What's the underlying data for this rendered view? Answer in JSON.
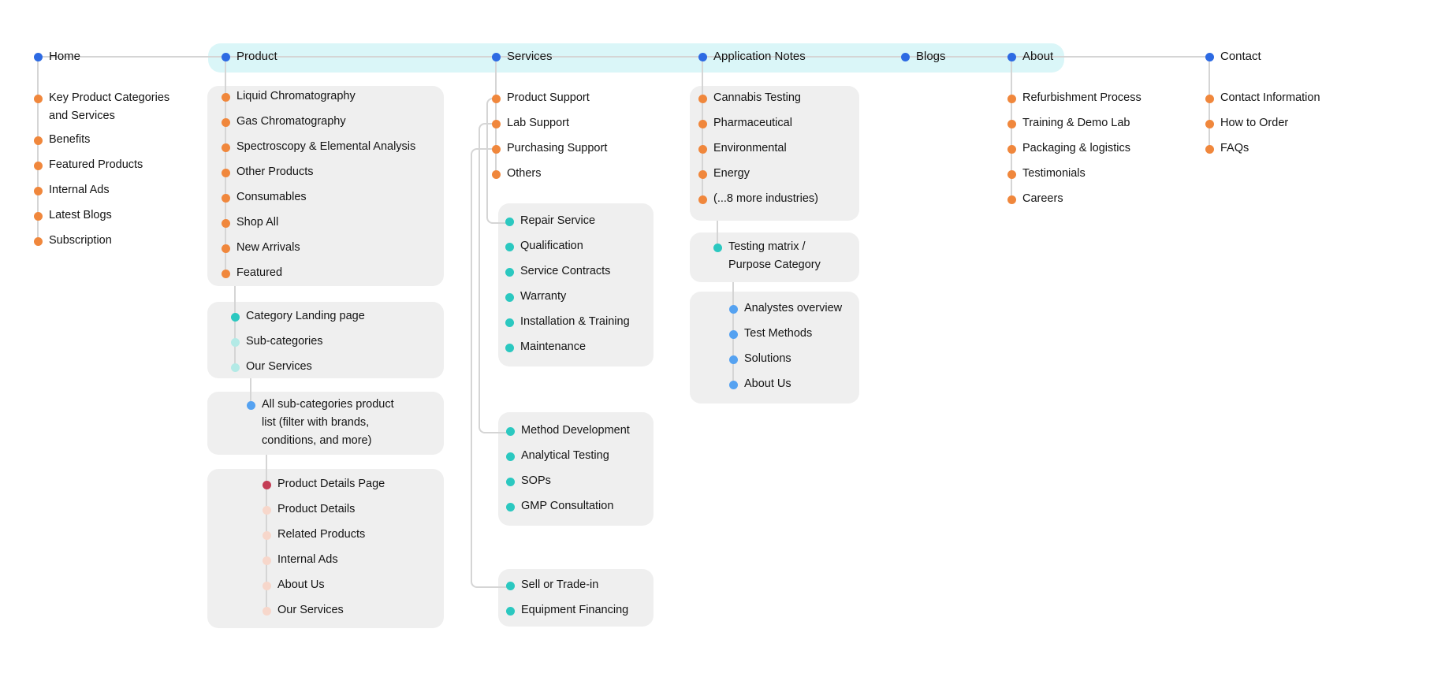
{
  "palette": {
    "nav_blue": "#2d6ae3",
    "orange": "#f0873c",
    "teal": "#2bc8c0",
    "teal_faded": "#b3eae6",
    "blue": "#55a2f1",
    "red": "#c43d55",
    "pink": "#f7d7cb",
    "band": "#daf6f8",
    "box_bg": "#efefef",
    "line": "#d5d5d5",
    "text": "#141414"
  },
  "nav": {
    "items": [
      {
        "id": "home",
        "label": "Home"
      },
      {
        "id": "product",
        "label": "Product"
      },
      {
        "id": "services",
        "label": "Services"
      },
      {
        "id": "application-notes",
        "label": "Application Notes"
      },
      {
        "id": "blogs",
        "label": "Blogs"
      },
      {
        "id": "about",
        "label": "About"
      },
      {
        "id": "contact",
        "label": "Contact"
      }
    ],
    "highlight_from": "Product",
    "highlight_to": "About"
  },
  "columns": [
    {
      "id": "home",
      "groups": [
        {
          "style": "plain",
          "items": [
            {
              "label": "Key Product Categories and Services",
              "lines": [
                "Key Product Categories",
                "and Services"
              ],
              "dot": "orange"
            },
            {
              "label": "Benefits",
              "dot": "orange"
            },
            {
              "label": "Featured Products",
              "dot": "orange"
            },
            {
              "label": "Internal Ads",
              "dot": "orange"
            },
            {
              "label": "Latest Blogs",
              "dot": "orange"
            },
            {
              "label": "Subscription",
              "dot": "orange"
            }
          ]
        }
      ]
    },
    {
      "id": "product",
      "groups": [
        {
          "style": "box",
          "items": [
            {
              "label": "Liquid Chromatography",
              "dot": "orange"
            },
            {
              "label": "Gas Chromatography",
              "dot": "orange"
            },
            {
              "label": "Spectroscopy & Elemental Analysis",
              "dot": "orange"
            },
            {
              "label": "Other Products",
              "dot": "orange"
            },
            {
              "label": "Consumables",
              "dot": "orange"
            },
            {
              "label": "Shop All",
              "dot": "orange"
            },
            {
              "label": "New Arrivals",
              "dot": "orange"
            },
            {
              "label": "Featured",
              "dot": "orange"
            }
          ]
        },
        {
          "style": "box",
          "items": [
            {
              "label": "Category Landing page",
              "dot": "teal"
            },
            {
              "label": "Sub-categories",
              "dot": "teal_faded"
            },
            {
              "label": "Our Services",
              "dot": "teal_faded"
            }
          ]
        },
        {
          "style": "box",
          "items": [
            {
              "label": "All sub-categories product list (filter with brands, conditions, and more)",
              "lines": [
                "All sub-categories product",
                "list (filter with brands,",
                "conditions, and more)"
              ],
              "dot": "blue"
            }
          ]
        },
        {
          "style": "box",
          "items": [
            {
              "label": "Product Details Page",
              "dot": "red"
            },
            {
              "label": "Product Details",
              "dot": "pink"
            },
            {
              "label": "Related Products",
              "dot": "pink"
            },
            {
              "label": "Internal Ads",
              "dot": "pink"
            },
            {
              "label": "About Us",
              "dot": "pink"
            },
            {
              "label": "Our Services",
              "dot": "pink"
            }
          ]
        }
      ]
    },
    {
      "id": "services",
      "groups": [
        {
          "style": "plain",
          "items": [
            {
              "label": "Product Support",
              "dot": "orange"
            },
            {
              "label": "Lab Support",
              "dot": "orange"
            },
            {
              "label": "Purchasing Support",
              "dot": "orange"
            },
            {
              "label": "Others",
              "dot": "orange"
            }
          ]
        },
        {
          "style": "box",
          "items": [
            {
              "label": "Repair Service",
              "dot": "teal"
            },
            {
              "label": "Qualification",
              "dot": "teal"
            },
            {
              "label": "Service Contracts",
              "dot": "teal"
            },
            {
              "label": "Warranty",
              "dot": "teal"
            },
            {
              "label": "Installation & Training",
              "dot": "teal"
            },
            {
              "label": "Maintenance",
              "dot": "teal"
            }
          ]
        },
        {
          "style": "box",
          "items": [
            {
              "label": "Method Development",
              "dot": "teal"
            },
            {
              "label": "Analytical Testing",
              "dot": "teal"
            },
            {
              "label": "SOPs",
              "dot": "teal"
            },
            {
              "label": "GMP Consultation",
              "dot": "teal"
            }
          ]
        },
        {
          "style": "box",
          "items": [
            {
              "label": "Sell or Trade-in",
              "dot": "teal"
            },
            {
              "label": "Equipment Financing",
              "dot": "teal"
            }
          ]
        }
      ]
    },
    {
      "id": "application-notes",
      "groups": [
        {
          "style": "box",
          "items": [
            {
              "label": "Cannabis Testing",
              "dot": "orange"
            },
            {
              "label": "Pharmaceutical",
              "dot": "orange"
            },
            {
              "label": "Environmental",
              "dot": "orange"
            },
            {
              "label": "Energy",
              "dot": "orange"
            },
            {
              "label": "(...8 more industries)",
              "dot": "orange"
            }
          ]
        },
        {
          "style": "box",
          "items": [
            {
              "label": "Testing matrix / Purpose Category",
              "lines": [
                "Testing matrix /",
                "Purpose Category"
              ],
              "dot": "teal"
            }
          ]
        },
        {
          "style": "box",
          "items": [
            {
              "label": "Analystes overview",
              "dot": "blue"
            },
            {
              "label": "Test Methods",
              "dot": "blue"
            },
            {
              "label": "Solutions",
              "dot": "blue"
            },
            {
              "label": "About Us",
              "dot": "blue"
            }
          ]
        }
      ]
    },
    {
      "id": "blogs",
      "groups": []
    },
    {
      "id": "about",
      "groups": [
        {
          "style": "plain",
          "items": [
            {
              "label": "Refurbishment Process",
              "dot": "orange"
            },
            {
              "label": "Training & Demo Lab",
              "dot": "orange"
            },
            {
              "label": "Packaging & logistics",
              "dot": "orange"
            },
            {
              "label": "Testimonials",
              "dot": "orange"
            },
            {
              "label": "Careers",
              "dot": "orange"
            }
          ]
        }
      ]
    },
    {
      "id": "contact",
      "groups": [
        {
          "style": "plain",
          "items": [
            {
              "label": "Contact Information",
              "dot": "orange"
            },
            {
              "label": "How to Order",
              "dot": "orange"
            },
            {
              "label": "FAQs",
              "dot": "orange"
            }
          ]
        }
      ]
    }
  ]
}
